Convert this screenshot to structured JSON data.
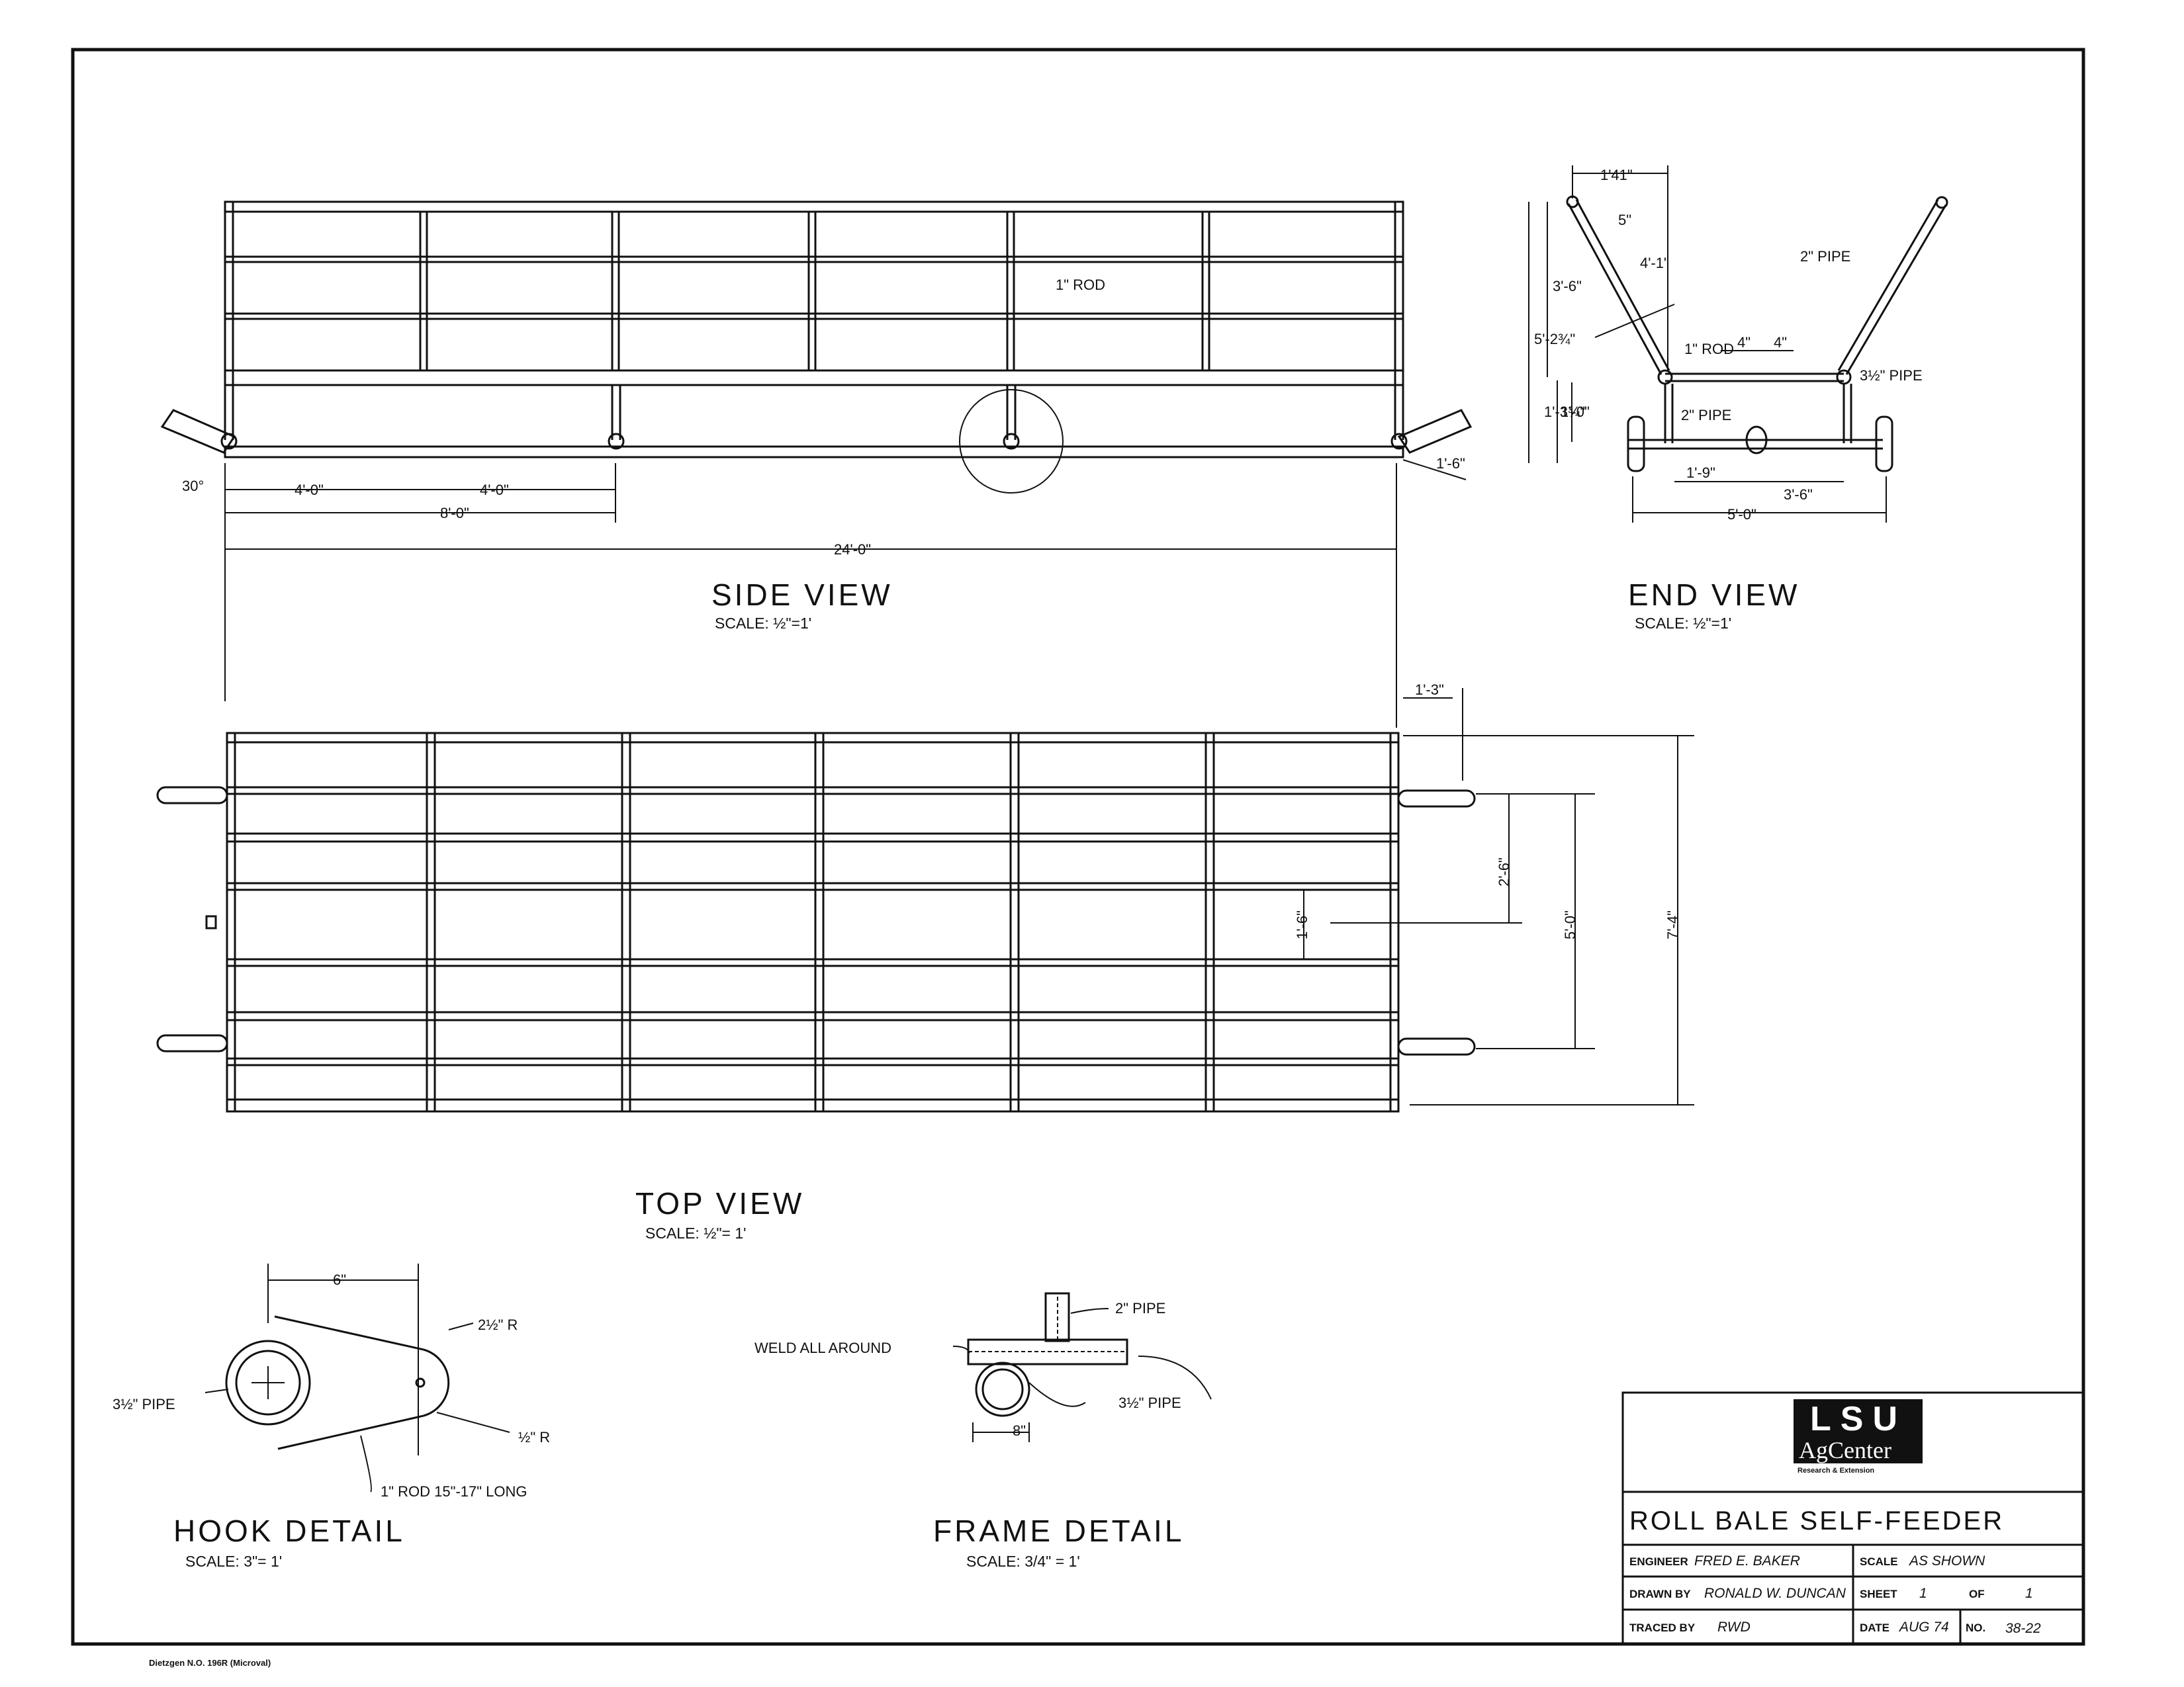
{
  "views": {
    "side": {
      "title": "SIDE VIEW",
      "scale": "SCALE: ½\"=1'"
    },
    "end": {
      "title": "END VIEW",
      "scale": "SCALE: ½\"=1'"
    },
    "top": {
      "title": "TOP VIEW",
      "scale": "SCALE: ½\"= 1'"
    },
    "hook": {
      "title": "HOOK DETAIL",
      "scale": "SCALE: 3\"= 1'"
    },
    "frame": {
      "title": "FRAME DETAIL",
      "scale": "SCALE: 3/4\" = 1'"
    }
  },
  "side_dims": {
    "a": "4'-0\"",
    "b": "4'-0\"",
    "c": "8'-0\"",
    "total": "24'-0\"",
    "angle": "30°",
    "ext": "1'-6\"",
    "rod": "1\" ROD"
  },
  "end_dims": {
    "top": "1'41\"",
    "diag1": "5\"",
    "diag2": "4'-1\"",
    "h1": "3'-6\"",
    "h2": "5'-2¾\"",
    "h3": "1'-3¾\"",
    "h4": "1'-0\"",
    "pipe2": "2\" PIPE",
    "pipe35": "3½\" PIPE",
    "rod": "1\" ROD",
    "sp1": "4\"",
    "sp2": "4\"",
    "pipe2b": "2\" PIPE",
    "w1": "1'-9\"",
    "w2": "3'-6\"",
    "w3": "5'-0\""
  },
  "top_dims": {
    "ext": "1'-3\"",
    "d1": "2'-6\"",
    "d2": "1'-6\"",
    "d3": "5'-0\"",
    "d4": "7'-4\""
  },
  "hook_dims": {
    "w": "6\"",
    "r1": "2½\" R",
    "r2": "½\" R",
    "pipe": "3½\" PIPE",
    "rod": "1\" ROD  15\"-17\" LONG"
  },
  "frame_dims": {
    "pipe2": "2\" PIPE",
    "weld": "WELD ALL AROUND",
    "pipe35": "3½\" PIPE",
    "w": "8\""
  },
  "title_block": {
    "logo_top": "LSU",
    "logo_mid": "AgCenter",
    "logo_sub": "Research & Extension",
    "title": "ROLL BALE SELF-FEEDER",
    "engineer_label": "ENGINEER",
    "engineer": "FRED E. BAKER",
    "scale_label": "SCALE",
    "scale": "AS SHOWN",
    "drawn_label": "DRAWN BY",
    "drawn": "RONALD W. DUNCAN",
    "sheet_label": "SHEET",
    "sheet": "1",
    "of_label": "OF",
    "of": "1",
    "traced_label": "TRACED BY",
    "traced": "RWD",
    "date_label": "DATE",
    "date": "AUG 74",
    "no_label": "NO.",
    "no": "38-22"
  },
  "footer": "Dietzgen N.O. 196R (Microval)"
}
